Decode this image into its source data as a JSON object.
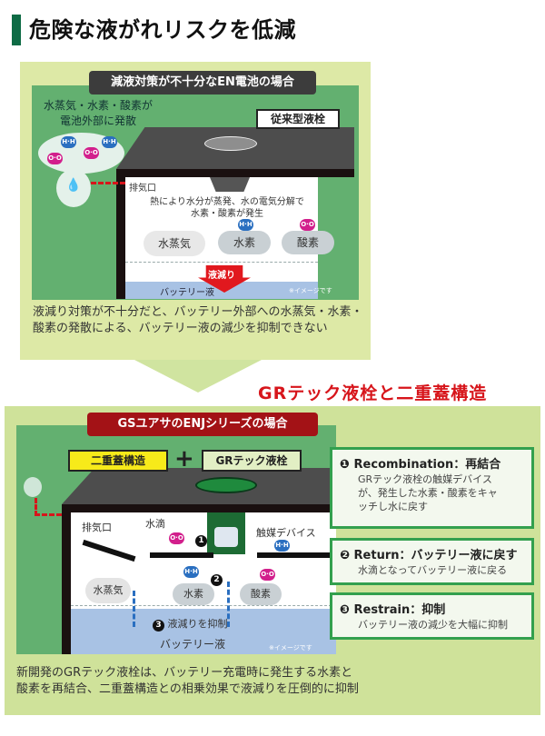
{
  "header": {
    "title": "危険な液がれリスクを低減",
    "accent_color": "#0e6b45"
  },
  "panel1": {
    "label": "減液対策が不十分なEN電池の場合",
    "vapor_text_line1": "水蒸気・水素・酸素が",
    "vapor_text_line2": "電池外部に発散",
    "plug_tag": "従来型液栓",
    "exhaust": "排気口",
    "heat_line1": "熱により水分が蒸発、水の電気分解で",
    "heat_line2": "水素・酸素が発生",
    "gases": [
      "水蒸気",
      "水素",
      "酸素"
    ],
    "arrow_label": "液減り",
    "liquid_label": "バッテリー液",
    "note": "※イメージです",
    "desc_line1": "液減り対策が不十分だと、バッテリー外部への水蒸気・水素・",
    "desc_line2": "酸素の発散による、バッテリー液の減少を抑制できない"
  },
  "section2_title": "GRテック液栓と二重蓋構造",
  "panel2": {
    "label": "GSユアサのENJシリーズの場合",
    "tag_double_lid": "二重蓋構造",
    "plus": "+",
    "tag_gr_plug": "GRテック液栓",
    "exhaust": "排気口",
    "water_drops": "水滴",
    "catalyst": "触媒デバイス",
    "vapor": "水蒸気",
    "hydrogen": "水素",
    "oxygen": "酸素",
    "suppress": "液減りを抑制",
    "liquid_label": "バッテリー液",
    "note": "※イメージです",
    "num1": "1",
    "num2": "2",
    "num3": "3",
    "desc_line1": "新開発のGRテック液栓は、バッテリー充電時に発生する水素と",
    "desc_line2": "酸素を再結合、二重蓋構造との相乗効果で液減りを圧倒的に抑制"
  },
  "steps": [
    {
      "num": "❶",
      "title": "Recombination：再結合",
      "body": [
        "GRテック液栓の触媒デバイス",
        "が、発生した水素・酸素をキャ",
        "ッチし水に戻す"
      ]
    },
    {
      "num": "❷",
      "title": "Return：バッテリー液に戻す",
      "body": [
        "水滴となってバッテリー液に戻る"
      ]
    },
    {
      "num": "❸",
      "title": "Restrain：抑制",
      "body": [
        "バッテリー液の減少を大幅に抑制"
      ]
    }
  ],
  "molecules": {
    "hydrogen": "H·H",
    "oxygen": "O·O"
  }
}
